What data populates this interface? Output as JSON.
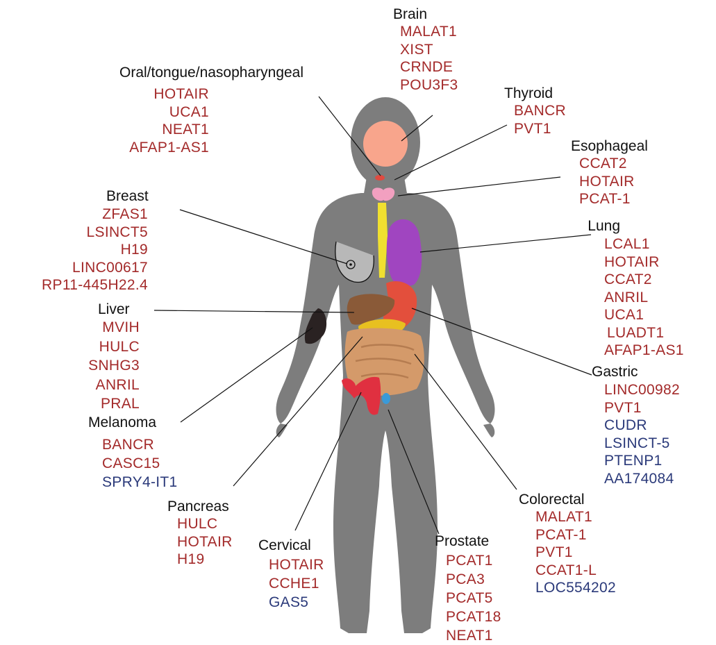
{
  "colors": {
    "up": "#a32a2a",
    "down": "#2b3a7a",
    "label": "#111111",
    "body": "#7d7d7d"
  },
  "groups": [
    {
      "name": "Brain",
      "up": [
        "MALAT1",
        "XIST",
        "CRNDE",
        "POU3F3"
      ],
      "down": []
    },
    {
      "name": "Oral/tongue/nasopharyngeal",
      "up": [
        "HOTAIR",
        "UCA1",
        "NEAT1",
        "AFAP1-AS1"
      ],
      "down": []
    },
    {
      "name": "Thyroid",
      "up": [
        "BANCR",
        "PVT1"
      ],
      "down": []
    },
    {
      "name": "Esophageal",
      "up": [
        "CCAT2",
        "HOTAIR",
        "PCAT-1"
      ],
      "down": []
    },
    {
      "name": "Breast",
      "up": [
        "ZFAS1",
        "LSINCT5",
        "H19",
        "LINC00617",
        "RP11-445H22.4"
      ],
      "down": []
    },
    {
      "name": "Lung",
      "up": [
        "LCAL1",
        "HOTAIR",
        "CCAT2",
        "ANRIL",
        "UCA1",
        "LUADT1",
        "AFAP1-AS1"
      ],
      "down": []
    },
    {
      "name": "Liver",
      "up": [
        "MVIH",
        "HULC",
        "SNHG3",
        "ANRIL",
        "PRAL"
      ],
      "down": []
    },
    {
      "name": "Gastric",
      "up": [
        "LINC00982",
        "PVT1"
      ],
      "down": [
        "CUDR",
        "LSINCT-5",
        "PTENP1",
        "AA174084"
      ]
    },
    {
      "name": "Melanoma",
      "up": [
        "BANCR",
        "CASC15"
      ],
      "down": [
        "SPRY4-IT1"
      ]
    },
    {
      "name": "Pancreas",
      "up": [
        "HULC",
        "HOTAIR",
        "H19"
      ],
      "down": []
    },
    {
      "name": "Colorectal",
      "up": [
        "MALAT1",
        "PCAT-1",
        "PVT1",
        "CCAT1-L"
      ],
      "down": [
        "LOC554202"
      ]
    },
    {
      "name": "Cervical",
      "up": [
        "HOTAIR",
        "CCHE1"
      ],
      "down": [
        "GAS5"
      ]
    },
    {
      "name": "Prostate",
      "up": [
        "PCAT1",
        "PCA3",
        "PCAT5",
        "PCAT18",
        "NEAT1"
      ],
      "down": []
    }
  ]
}
